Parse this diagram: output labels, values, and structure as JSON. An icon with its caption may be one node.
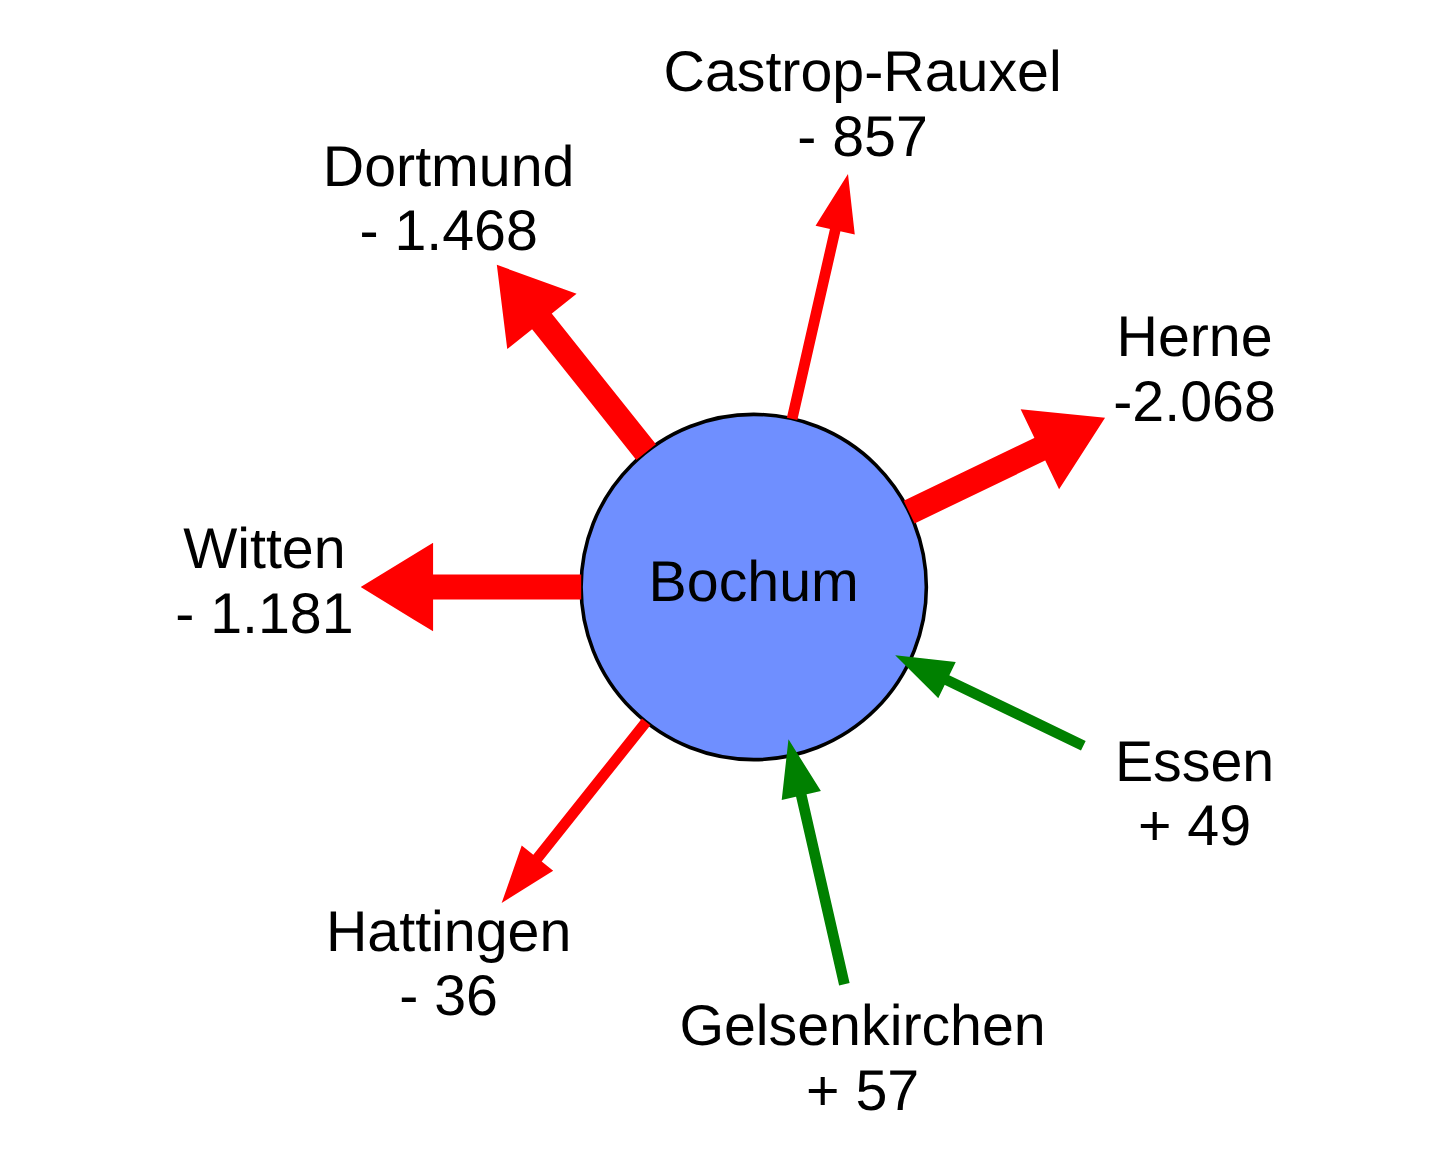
{
  "diagram": {
    "nodes": [
      {
        "text": [
          "Herne",
          "-2.068"
        ]
      },
      {
        "text": [
          "Castrop-Rauxel",
          "- 857"
        ]
      },
      {
        "text": [
          "Gelsenkirchen",
          "+ 57"
        ]
      },
      {
        "text": [
          "Dortmund",
          "- 1.468"
        ]
      },
      {
        "text": [
          "Bochum"
        ]
      },
      {
        "text": [
          "Essen",
          "+ 49"
        ]
      },
      {
        "text": [
          "Witten",
          "- 1.181"
        ]
      },
      {
        "text": [
          "Hattingen",
          "- 36"
        ]
      }
    ],
    "edges": [
      {
        "from": 4,
        "to": 0,
        "arrow": "to",
        "style": "thick"
      },
      {
        "from": 4,
        "to": 1,
        "arrow": "to"
      },
      {
        "from": 2,
        "to": 4,
        "arrow": "to",
        "color": "#008000"
      },
      {
        "from": 4,
        "to": 3,
        "arrow": "to",
        "style": "thick"
      },
      {
        "from": 5,
        "to": 4,
        "arrow": "to",
        "color": "#008000"
      },
      {
        "from": 4,
        "to": 6,
        "arrow": "to",
        "style": "thick"
      },
      {
        "from": 4,
        "to": 7,
        "arrow": "to"
      }
    ]
  }
}
